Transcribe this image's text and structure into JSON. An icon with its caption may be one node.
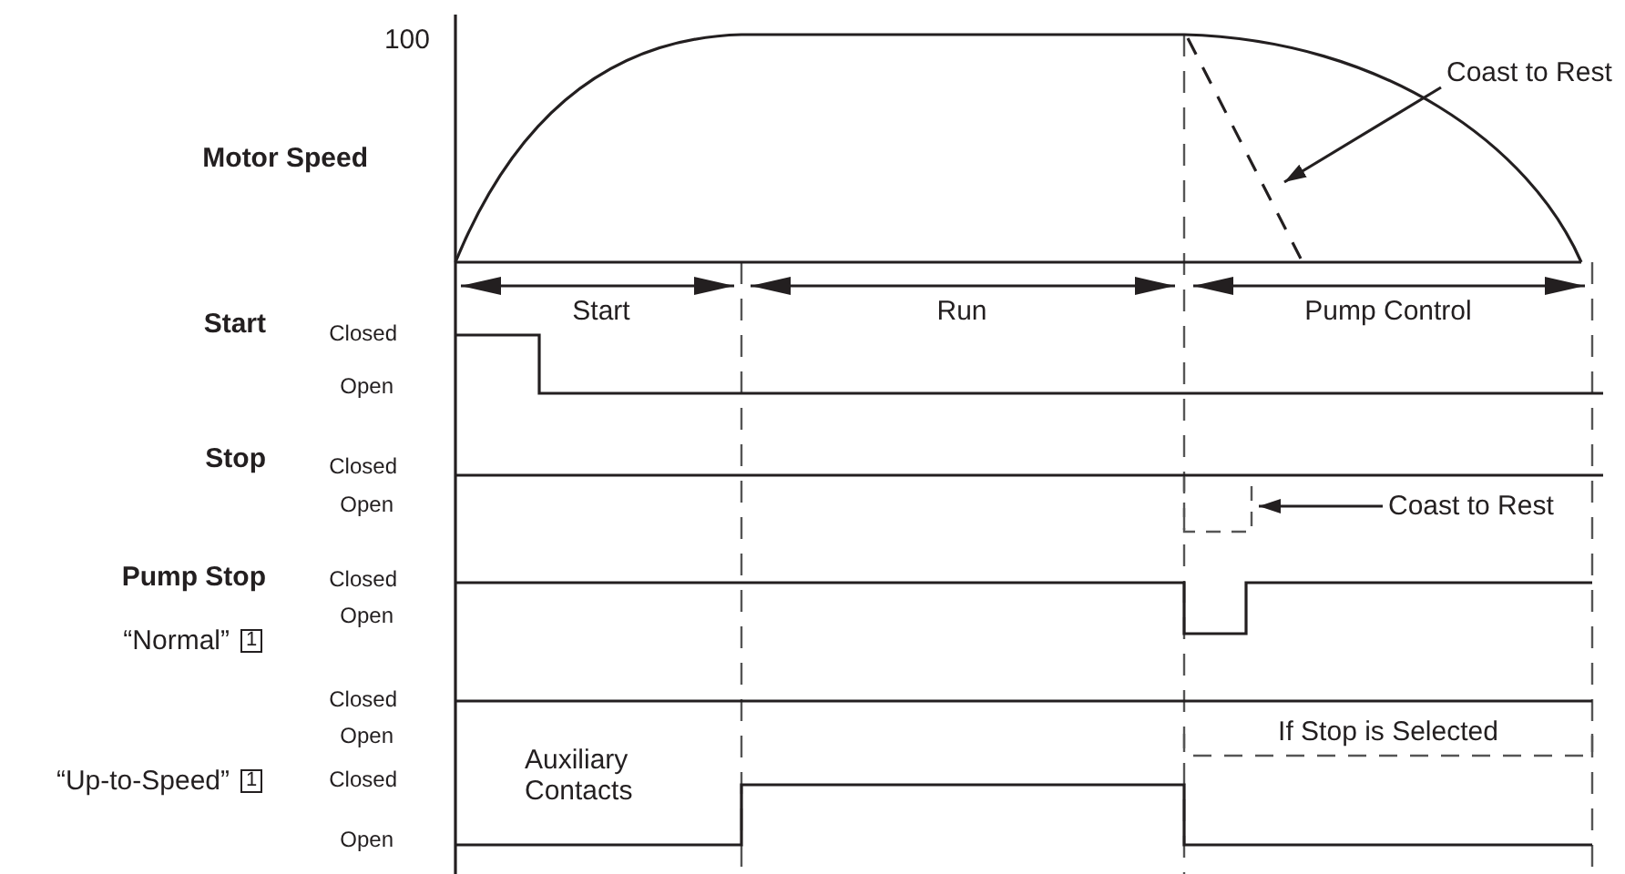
{
  "diagram": {
    "nodes": [
      {
        "text": [
          "Coast to Rest"
        ]
      },
      {
        "text": [
          "Coast to Rest"
        ]
      }
    ],
    "edges": [
      {
        "from": 0,
        "to": null,
        "arrow": "to"
      },
      {
        "from": 1,
        "to": null,
        "arrow": "to"
      }
    ],
    "labels": [
      "100",
      "Motor Speed",
      "Start",
      "Run",
      "Pump Control",
      "Start",
      "Closed",
      "Open",
      "Stop",
      "Closed",
      "Open",
      "Pump Stop",
      "Closed",
      "Open",
      "“Normal”",
      "1",
      "Closed",
      "Open",
      "If Stop is Selected",
      "Auxiliary Contacts",
      "“Up-to-Speed”",
      "1",
      "Closed",
      "Open"
    ]
  }
}
